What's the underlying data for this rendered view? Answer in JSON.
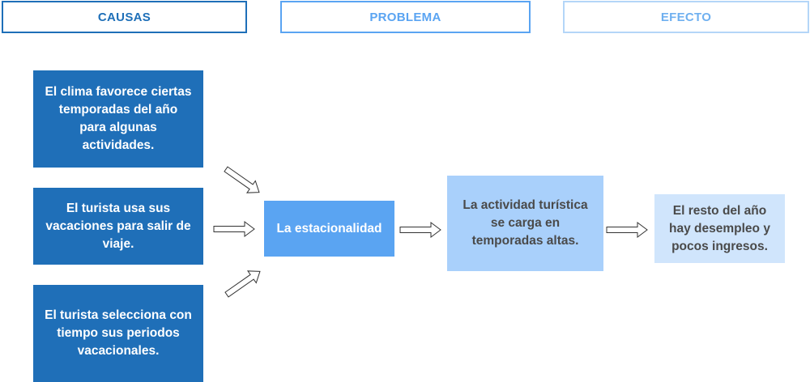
{
  "headers": {
    "causas": "CAUSAS",
    "problema": "PROBLEMA",
    "efecto": "EFECTO"
  },
  "causes": [
    "El clima favorece ciertas temporadas del año para algunas actividades.",
    "El turista usa sus vacaciones para salir de viaje.",
    "El turista selecciona con tiempo sus periodos vacacionales."
  ],
  "problem": "La estacionalidad",
  "consequence": "La actividad turística se carga en temporadas altas.",
  "effect": "El resto del año hay desempleo y pocos ingresos.",
  "colors": {
    "dark_blue": "#1f6fb8",
    "medium_blue": "#5aa4f2",
    "light_blue": "#a9d0fb",
    "pale_blue": "#d0e5fc"
  }
}
